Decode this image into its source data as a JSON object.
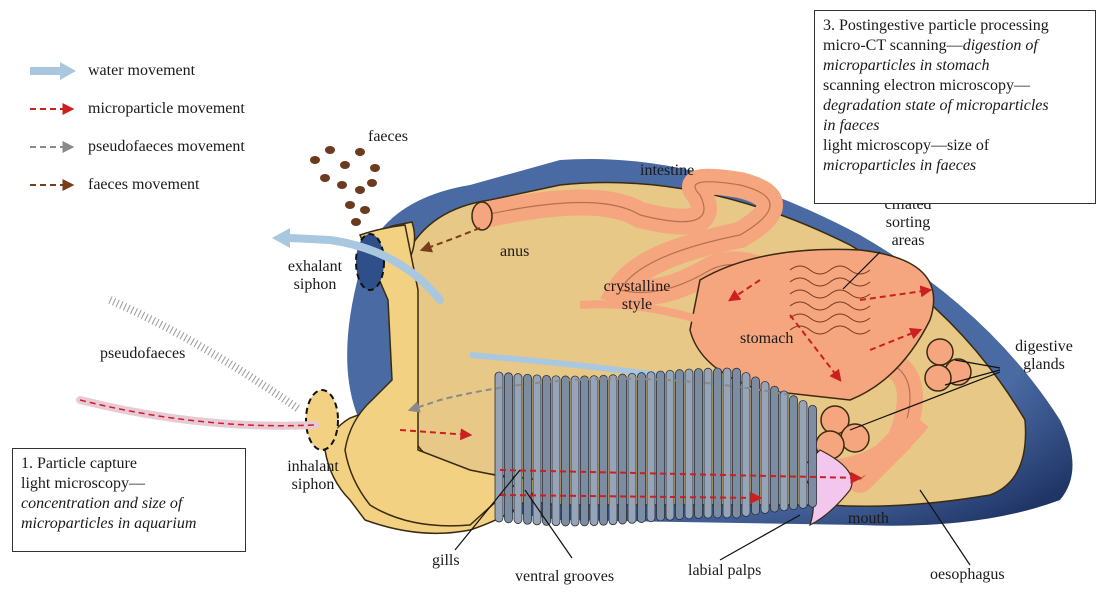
{
  "legend": [
    {
      "label": "water movement",
      "style": "water",
      "color": "#a9c8e0"
    },
    {
      "label": "microparticle movement",
      "style": "dashed",
      "color": "#cc1f1f"
    },
    {
      "label": "pseudofaeces movement",
      "style": "dashed",
      "color": "#8a8a8a"
    },
    {
      "label": "faeces movement",
      "style": "dashed",
      "color": "#7a3d1a"
    }
  ],
  "labels": {
    "faeces": "faeces",
    "intestine": "intestine",
    "anus": "anus",
    "exhalant_siphon_1": "exhalant",
    "exhalant_siphon_2": "siphon",
    "crystalline_style_1": "crystalline",
    "crystalline_style_2": "style",
    "stomach": "stomach",
    "ciliated_1": "ciliated",
    "ciliated_2": "sorting",
    "ciliated_3": "areas",
    "digestive_1": "digestive",
    "digestive_2": "glands",
    "pseudofaeces": "pseudofaeces",
    "inhalant_siphon_1": "inhalant",
    "inhalant_siphon_2": "siphon",
    "mouth": "mouth",
    "gills": "gills",
    "ventral_grooves": "ventral grooves",
    "labial_palps": "labial palps",
    "oesophagus": "oesophagus"
  },
  "box1": {
    "line1": "1. Particle capture",
    "line2": "light microscopy—",
    "line3": "concentration and size of",
    "line4": "microparticles in aquarium"
  },
  "box3": {
    "line1": "3. Postingestive particle processing",
    "line2a": "micro-CT scanning—",
    "line2b": "digestion of",
    "line3": "microparticles in stomach",
    "line4": "scanning electron microscopy—",
    "line5": "degradation state of microparticles",
    "line6": "in faeces",
    "line7": "light microscopy—size of",
    "line8": "microparticles in faeces"
  },
  "colors": {
    "shell": "#2f4f8a",
    "body": "#e7c887",
    "siphon": "#f2d183",
    "gut": "#f5a67e",
    "gill": "#8a9aac",
    "palp": "#f3c6ee",
    "faeces": "#6b3a1f"
  }
}
